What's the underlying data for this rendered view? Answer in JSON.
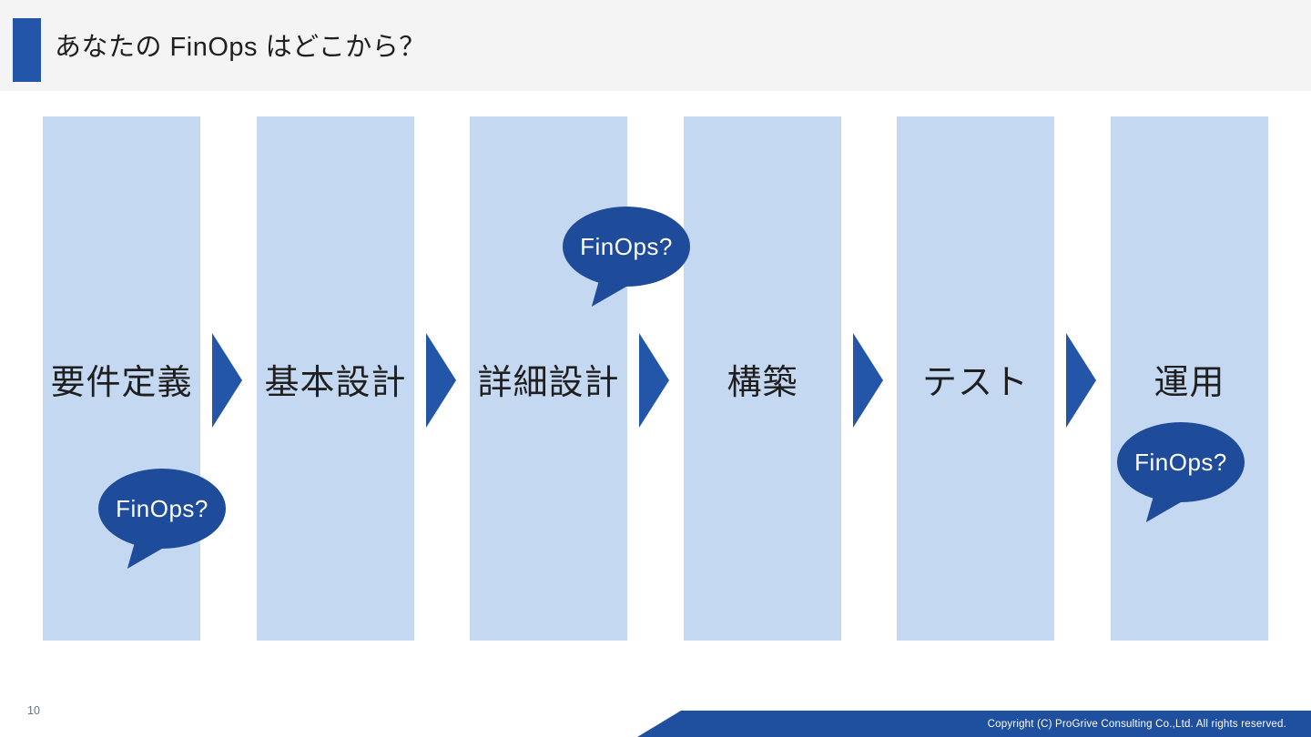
{
  "slide": {
    "title": "あなたの FinOps はどこから？",
    "page_number": "10",
    "copyright": "Copyright (C) ProGrive Consulting Co.,Ltd. All rights reserved."
  },
  "process": {
    "steps": [
      {
        "label": "要件定義"
      },
      {
        "label": "基本設計"
      },
      {
        "label": "詳細設計"
      },
      {
        "label": "構築"
      },
      {
        "label": "テスト"
      },
      {
        "label": "運用"
      }
    ],
    "bubbles": [
      {
        "label": "FinOps?",
        "attached_to": "詳細設計",
        "placement": "above-label"
      },
      {
        "label": "FinOps?",
        "attached_to": "要件定義",
        "placement": "below-label"
      },
      {
        "label": "FinOps?",
        "attached_to": "運用",
        "placement": "below-label"
      }
    ]
  },
  "colors": {
    "header_bg": "#f4f4f5",
    "accent": "#2355a8",
    "column_fill": "#c5d8f2",
    "bubble_fill": "#1e4b9a",
    "footer_fill": "#1f4f9f",
    "text": "#1f1f1f",
    "page_number_color": "#5f7389"
  }
}
